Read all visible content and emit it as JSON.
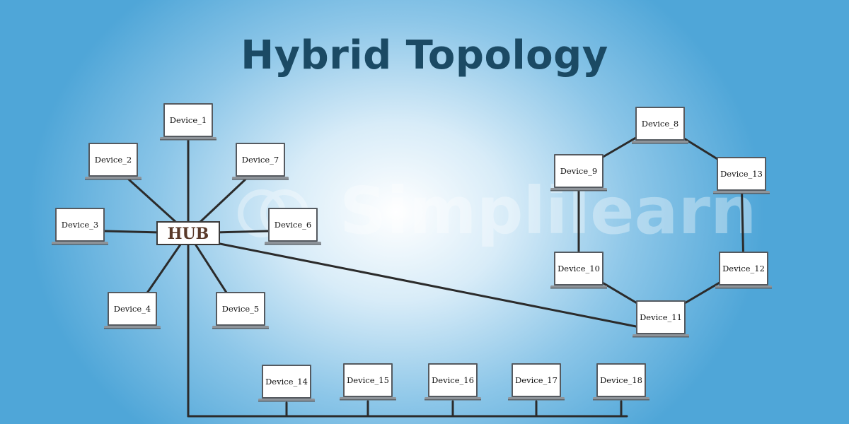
{
  "title": "Hybrid Topology",
  "watermark": "Simplilearn",
  "hub": "HUB",
  "colors": {
    "background_edge": "#4fa6d8",
    "background_center": "#ffffff",
    "title": "#1b4a64",
    "link": "#2b2b2b",
    "hub_text": "#5a3a2a"
  },
  "star": [
    "Device_1",
    "Device_2",
    "Device_3",
    "Device_4",
    "Device_5",
    "Device_6",
    "Device_7"
  ],
  "ring": [
    "Device_8",
    "Device_13",
    "Device_12",
    "Device_11",
    "Device_10",
    "Device_9"
  ],
  "bus": [
    "Device_14",
    "Device_15",
    "Device_16",
    "Device_17",
    "Device_18"
  ],
  "bridge": [
    "HUB",
    "Device_11"
  ]
}
